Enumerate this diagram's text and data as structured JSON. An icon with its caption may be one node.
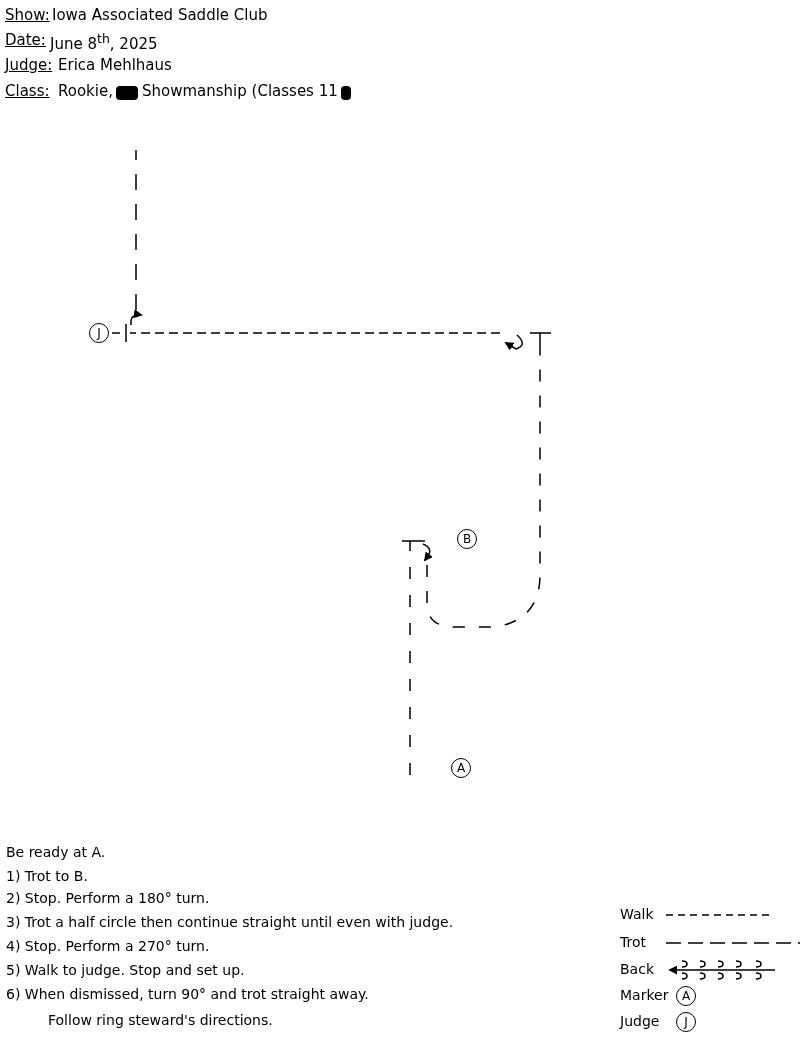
{
  "diagram": {
    "nodes": [
      {
        "text": [
          "J"
        ]
      },
      {
        "text": [
          "B"
        ]
      },
      {
        "text": [
          "A"
        ]
      }
    ],
    "labels": [
      "Show:",
      "Iowa Associated Saddle Club",
      "Date:",
      "June 8$^{th}$, 2025",
      "Judge:",
      "Erica Mehlhaus",
      "Class:",
      "Rookie,",
      "Showmanship (Classes 11",
      "Be ready at A.",
      "1) Trot to B.",
      "2) Stop. Perform a 180° turn.",
      "3) Trot a half circle then continue straight until even with judge.",
      "4) Stop. Perform a 270° turn.",
      "5) Walk to judge. Stop and set up.",
      "6) When dismissed, turn 90° and trot straight away.",
      "Follow ring steward's directions.",
      "A",
      "J"
    ],
    "legend": [
      {
        "text": "Walk"
      },
      {
        "text": "Trot"
      },
      {
        "text": "Back"
      },
      {
        "text": "Marker"
      },
      {
        "text": "Judge"
      }
    ]
  }
}
